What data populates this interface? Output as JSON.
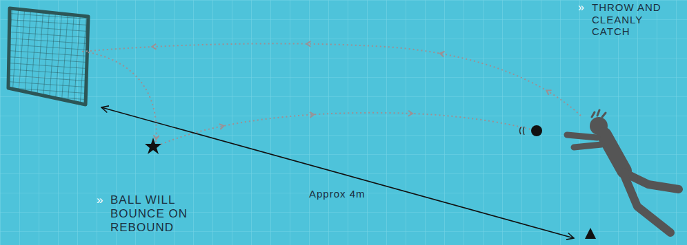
{
  "diagram": {
    "labels": [
      "»",
      "THROW AND CLEANLY CATCH",
      "»",
      "BALL WILL BOUNCE ON REBOUND",
      "Approx 4m"
    ]
  }
}
